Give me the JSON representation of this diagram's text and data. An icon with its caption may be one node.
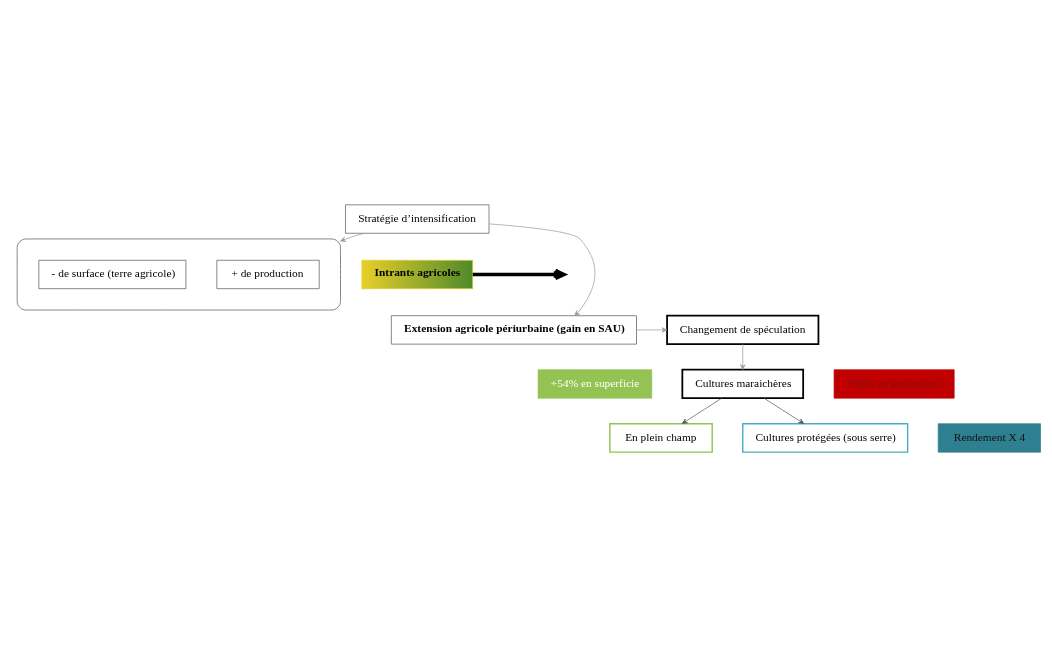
{
  "diagram": {
    "nodes": [
      {
        "text": [
          "Stratégie d’intensification"
        ]
      },
      {
        "text": [],
        "shape": "ellipse"
      },
      {
        "text": [
          "+ de production"
        ],
        "in": 1
      },
      {
        "text": [
          "- de surface (terre agricole)"
        ],
        "in": 1
      },
      {
        "text": [
          "Intrants agricoles"
        ]
      },
      {
        "text": [
          "Extension agricole périurbaine (gain en SAU)"
        ]
      },
      {
        "text": [
          "Changement de spéculation"
        ]
      },
      {
        "text": [
          "+54% en superficie"
        ]
      },
      {
        "text": [
          "Cultures maraichères"
        ]
      },
      {
        "text": [
          "+90% en production"
        ]
      },
      {
        "text": [
          "En plein champ"
        ]
      },
      {
        "text": [
          "Cultures protégées (sous serre)"
        ]
      },
      {
        "text": [
          "Rendement X 4"
        ]
      }
    ],
    "edges": [
      {
        "from": 0,
        "to": 1,
        "arrow": "to"
      },
      {
        "from": 0,
        "to": 5,
        "arrow": "to"
      },
      {
        "from": 4,
        "to": null,
        "arrow": "to",
        "style": "thick",
        "color": "#000000"
      },
      {
        "from": 5,
        "to": 6,
        "arrow": "to"
      },
      {
        "from": 6,
        "to": 8,
        "arrow": "to"
      },
      {
        "from": 8,
        "to": 10,
        "arrow": "to",
        "color": "#555555"
      },
      {
        "from": 8,
        "to": 11,
        "arrow": "to",
        "color": "#555555"
      }
    ]
  }
}
